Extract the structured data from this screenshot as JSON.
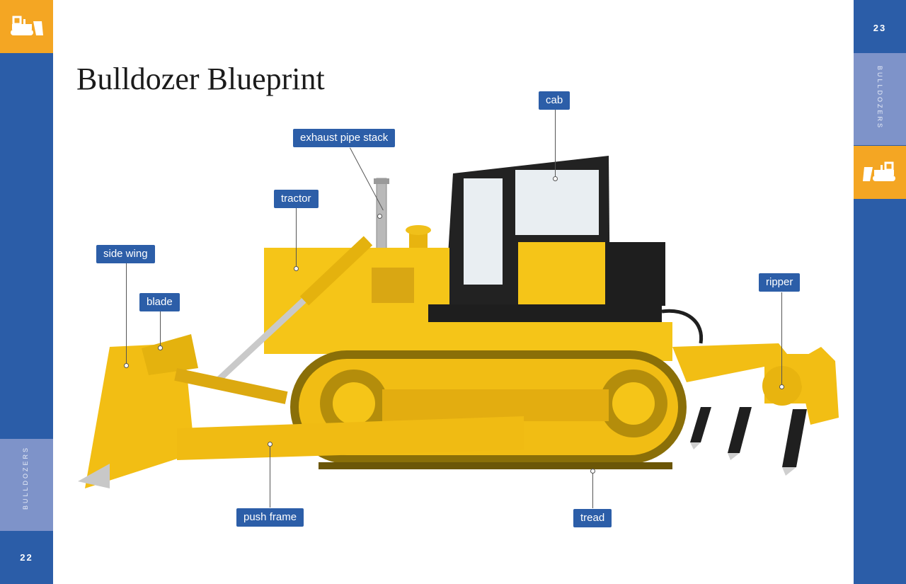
{
  "page": {
    "title": "Bulldozer Blueprint",
    "left_page_number": "22",
    "right_page_number": "23",
    "section_name": "BULLDOZERS"
  },
  "labels": {
    "cab": "cab",
    "exhaust": "exhaust pipe stack",
    "tractor": "tractor",
    "side_wing": "side wing",
    "blade": "blade",
    "ripper": "ripper",
    "push_frame": "push frame",
    "tread": "tread"
  },
  "colors": {
    "band_blue": "#2b5da8",
    "band_orange": "#f4a623",
    "band_light": "#7e93c9",
    "machine_yellow": "#f5c518",
    "label_blue": "#2c5ea8"
  },
  "icons": [
    "bulldozer-icon"
  ]
}
